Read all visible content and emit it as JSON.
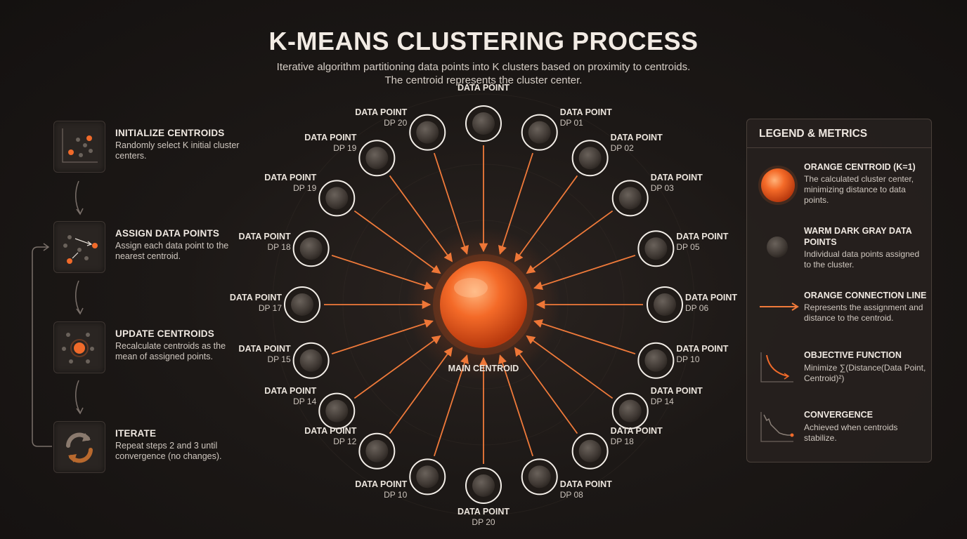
{
  "header": {
    "title": "K-MEANS CLUSTERING PROCESS",
    "subtitle": "Iterative algorithm partitioning data points into K clusters based on proximity to centroids. The centroid represents the cluster center."
  },
  "steps": [
    {
      "title": "INITIALIZE CENTROIDS",
      "desc": "Randomly select K initial cluster centers."
    },
    {
      "title": "ASSIGN DATA POINTS",
      "desc": "Assign each data point to the nearest centroid."
    },
    {
      "title": "UPDATE CENTROIDS",
      "desc": "Recalculate centroids as the mean of assigned points."
    },
    {
      "title": "ITERATE",
      "desc": "Repeat steps 2 and 3 until convergence (no changes)."
    }
  ],
  "diagram": {
    "main_label": "MAIN CENTROID",
    "points": [
      {
        "title": "DATA POINT",
        "sub": ""
      },
      {
        "title": "DATA POINT",
        "sub": "DP 01"
      },
      {
        "title": "DATA POINT",
        "sub": "DP 02"
      },
      {
        "title": "DATA POINT",
        "sub": "DP 03"
      },
      {
        "title": "DATA POINT",
        "sub": "DP 05"
      },
      {
        "title": "DATA POINT",
        "sub": "DP 06"
      },
      {
        "title": "DATA POINT",
        "sub": "DP 10"
      },
      {
        "title": "DATA POINT",
        "sub": "DP 14"
      },
      {
        "title": "DATA POINT",
        "sub": "DP 18"
      },
      {
        "title": "DATA POINT",
        "sub": "DP 08"
      },
      {
        "title": "DATA POINT",
        "sub": "DP 20"
      },
      {
        "title": "DATA POINT",
        "sub": "DP 10"
      },
      {
        "title": "DATA POINT",
        "sub": "DP 12"
      },
      {
        "title": "DATA POINT",
        "sub": "DP 14"
      },
      {
        "title": "DATA POINT",
        "sub": "DP 15"
      },
      {
        "title": "DATA POINT",
        "sub": "DP 17"
      },
      {
        "title": "DATA POINT",
        "sub": "DP 18"
      },
      {
        "title": "DATA POINT",
        "sub": "DP 19"
      },
      {
        "title": "DATA POINT",
        "sub": "DP 19"
      },
      {
        "title": "DATA POINT",
        "sub": "DP 20"
      }
    ]
  },
  "legend": {
    "title": "LEGEND & METRICS",
    "items": [
      {
        "icon": "orange-centroid-icon",
        "title": "ORANGE CENTROID (K=1)",
        "desc": "The calculated cluster center, minimizing distance to data points."
      },
      {
        "icon": "data-point-icon",
        "title": "WARM DARK GRAY DATA POINTS",
        "desc": "Individual data points assigned to the cluster."
      },
      {
        "icon": "connection-arrow-icon",
        "title": "ORANGE CONNECTION LINE",
        "desc": "Represents the assignment and distance to the centroid."
      },
      {
        "icon": "objective-curve-icon",
        "title": "OBJECTIVE FUNCTION",
        "desc": "Minimize ∑(Distance(Data Point, Centroid)²)"
      },
      {
        "icon": "convergence-chart-icon",
        "title": "CONVERGENCE",
        "desc": "Achieved when centroids stabilize."
      }
    ]
  },
  "colors": {
    "accent": "#f06a2a",
    "accent_light": "#ff9a5a",
    "background": "#1c1816",
    "point_fill": "#4a433e",
    "point_ring": "#f4efe9"
  }
}
